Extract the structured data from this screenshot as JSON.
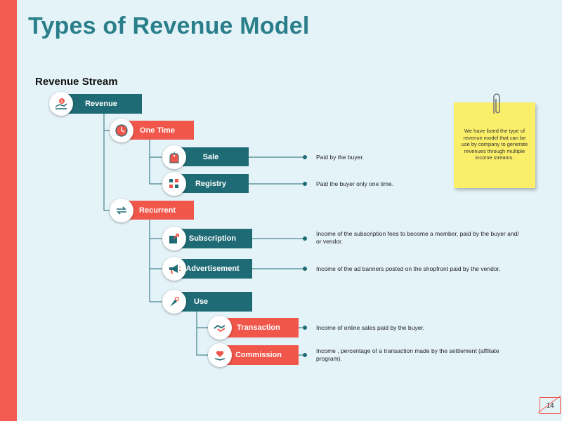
{
  "title": "Types of Revenue Model",
  "subtitle": "Revenue Stream",
  "nodes": {
    "revenue": "Revenue",
    "one_time": "One Time",
    "sale": "Sale",
    "registry": "Registry",
    "recurrent": "Recurrent",
    "subscription": "Subscription",
    "advertisement": "Advertisement",
    "use": "Use",
    "transaction": "Transaction",
    "commission": "Commission"
  },
  "descriptions": {
    "sale": "Paid by the buyer.",
    "registry": "Paid the buyer only one time.",
    "subscription": "Income of the subscription fees to become a member, paid by the buyer and/ or vendor.",
    "advertisement": "Income of the ad banners posted on the shopfront paid by the vendor.",
    "transaction": "Income of online sales paid by the buyer.",
    "commission": "Income , percentage of a transaction made by the settlement (affiliate program)."
  },
  "note": "We have listed the type of revenue model that can be use by company to generate revenues through multiple income streams.",
  "page_number": "14",
  "colors": {
    "teal": "#1f6b75",
    "red": "#f0564a",
    "title": "#2a7f8a",
    "note": "#fbef6a"
  }
}
